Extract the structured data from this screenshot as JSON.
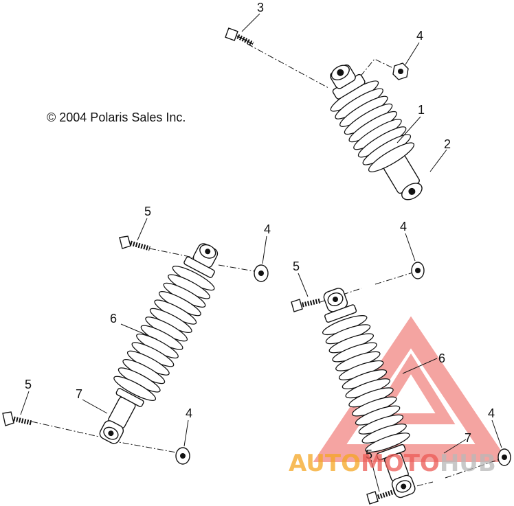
{
  "copyright": "© 2004 Polaris Sales Inc.",
  "callouts": [
    {
      "id": "c3",
      "label": "3"
    },
    {
      "id": "c4a",
      "label": "4"
    },
    {
      "id": "c1",
      "label": "1"
    },
    {
      "id": "c2",
      "label": "2"
    },
    {
      "id": "c5a",
      "label": "5"
    },
    {
      "id": "c4b",
      "label": "4"
    },
    {
      "id": "c6a",
      "label": "6"
    },
    {
      "id": "c7a",
      "label": "7"
    },
    {
      "id": "c5b",
      "label": "5"
    },
    {
      "id": "c4c",
      "label": "4"
    },
    {
      "id": "c4d",
      "label": "4"
    },
    {
      "id": "c5c",
      "label": "5"
    },
    {
      "id": "c6b",
      "label": "6"
    },
    {
      "id": "c7b",
      "label": "7"
    },
    {
      "id": "c4e",
      "label": "4"
    },
    {
      "id": "c5d",
      "label": "5"
    }
  ],
  "watermark": {
    "part1": "AUTO",
    "part2": "MOTO",
    "part3": "HUB",
    "color1": "#f5a623",
    "color2": "#ec5a55",
    "color3": "#b8b8b8"
  }
}
